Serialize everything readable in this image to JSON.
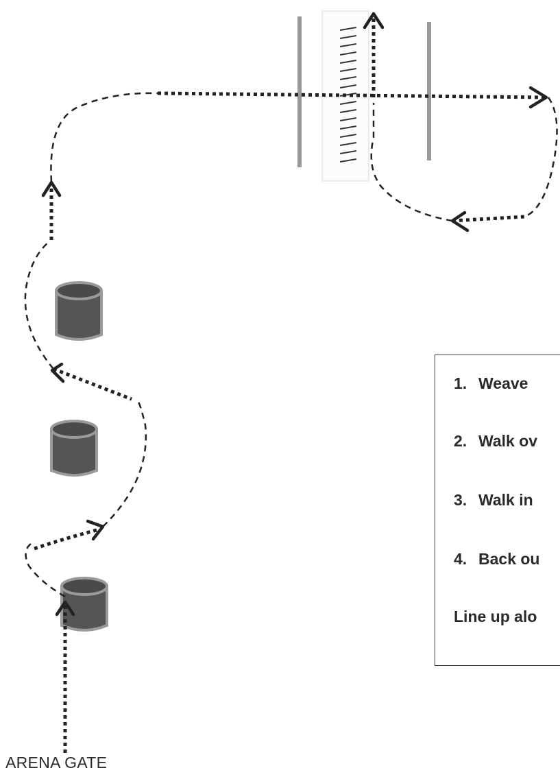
{
  "gate_label": "ARENA GATE",
  "steps": [
    {
      "number": "1.",
      "text": "Weave"
    },
    {
      "number": "2.",
      "text": "Walk ov"
    },
    {
      "number": "3.",
      "text": "Walk in"
    },
    {
      "number": "4.",
      "text": "Back ou"
    }
  ],
  "footer_text": "Line up alo",
  "icons": {
    "barrel": "barrel-icon",
    "pole": "ground-pole-icon",
    "bridge": "bridge-icon",
    "arrow": "arrowhead-icon"
  },
  "colors": {
    "barrel_fill": "#555555",
    "barrel_rim": "#9a9a9a",
    "pole": "#9a9a9a",
    "path": "#222222"
  }
}
